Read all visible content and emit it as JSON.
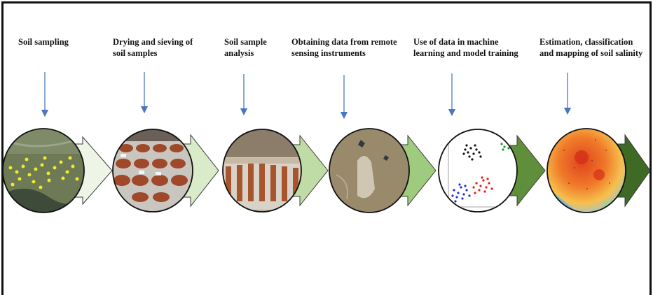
{
  "steps": [
    {
      "label": "Soil sampling"
    },
    {
      "label": "Drying and sieving of\nsoil samples"
    },
    {
      "label": "Soil sample\nanalysis"
    },
    {
      "label": "Obtaining data from remote\nsensing instruments"
    },
    {
      "label": "Use of data in machine\nlearning and model training"
    },
    {
      "label": "Estimation, classification\nand mapping of soil salinity"
    }
  ],
  "colors": {
    "arrow": "#4a78c0",
    "chevrons": [
      "#eef5e6",
      "#d9ebc8",
      "#c0dca6",
      "#9fcb7e",
      "#5f8f3a",
      "#3f6a26"
    ]
  }
}
